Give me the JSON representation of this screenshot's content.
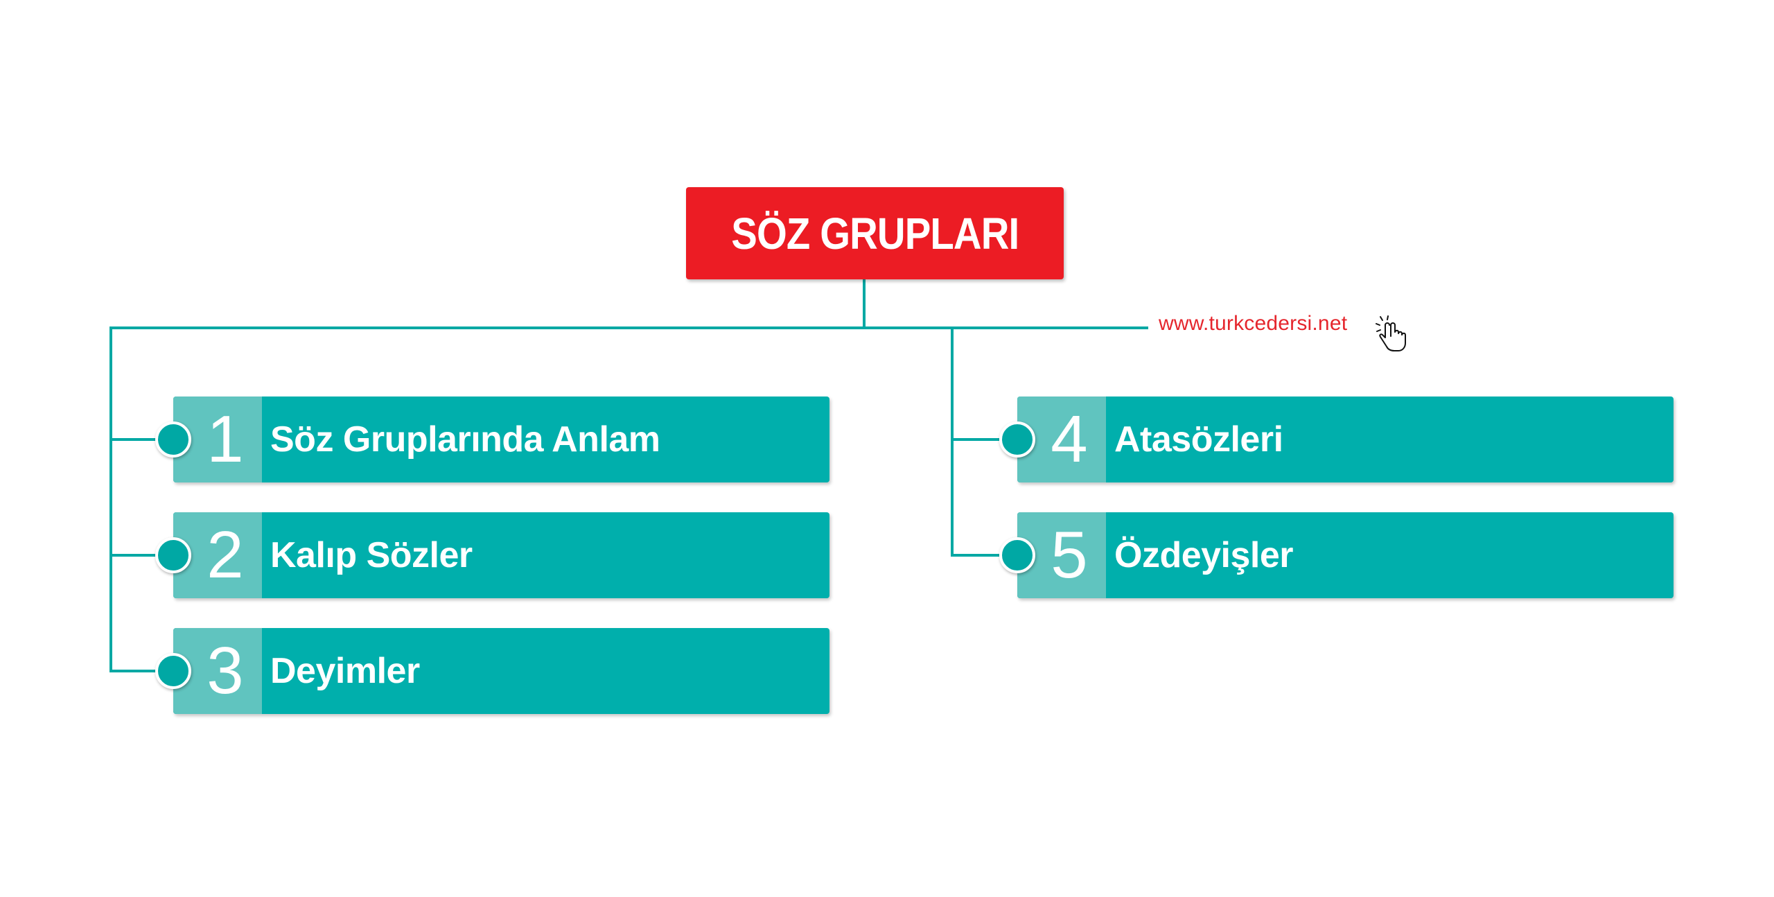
{
  "title": "SÖZ GRUPLARI",
  "watermark": "www.turkcedersi.net",
  "colors": {
    "title_bg": "#ec1c24",
    "item_bg": "#00afac",
    "number_bg": "#60c4bf",
    "connector": "#00a8a4",
    "watermark": "#e5262d"
  },
  "items": [
    {
      "number": "1",
      "label": "Söz Gruplarında Anlam"
    },
    {
      "number": "2",
      "label": "Kalıp Sözler"
    },
    {
      "number": "3",
      "label": "Deyimler"
    },
    {
      "number": "4",
      "label": "Atasözleri"
    },
    {
      "number": "5",
      "label": "Özdeyişler"
    }
  ],
  "icons": {
    "cursor": "hand-pointer-click-icon"
  }
}
